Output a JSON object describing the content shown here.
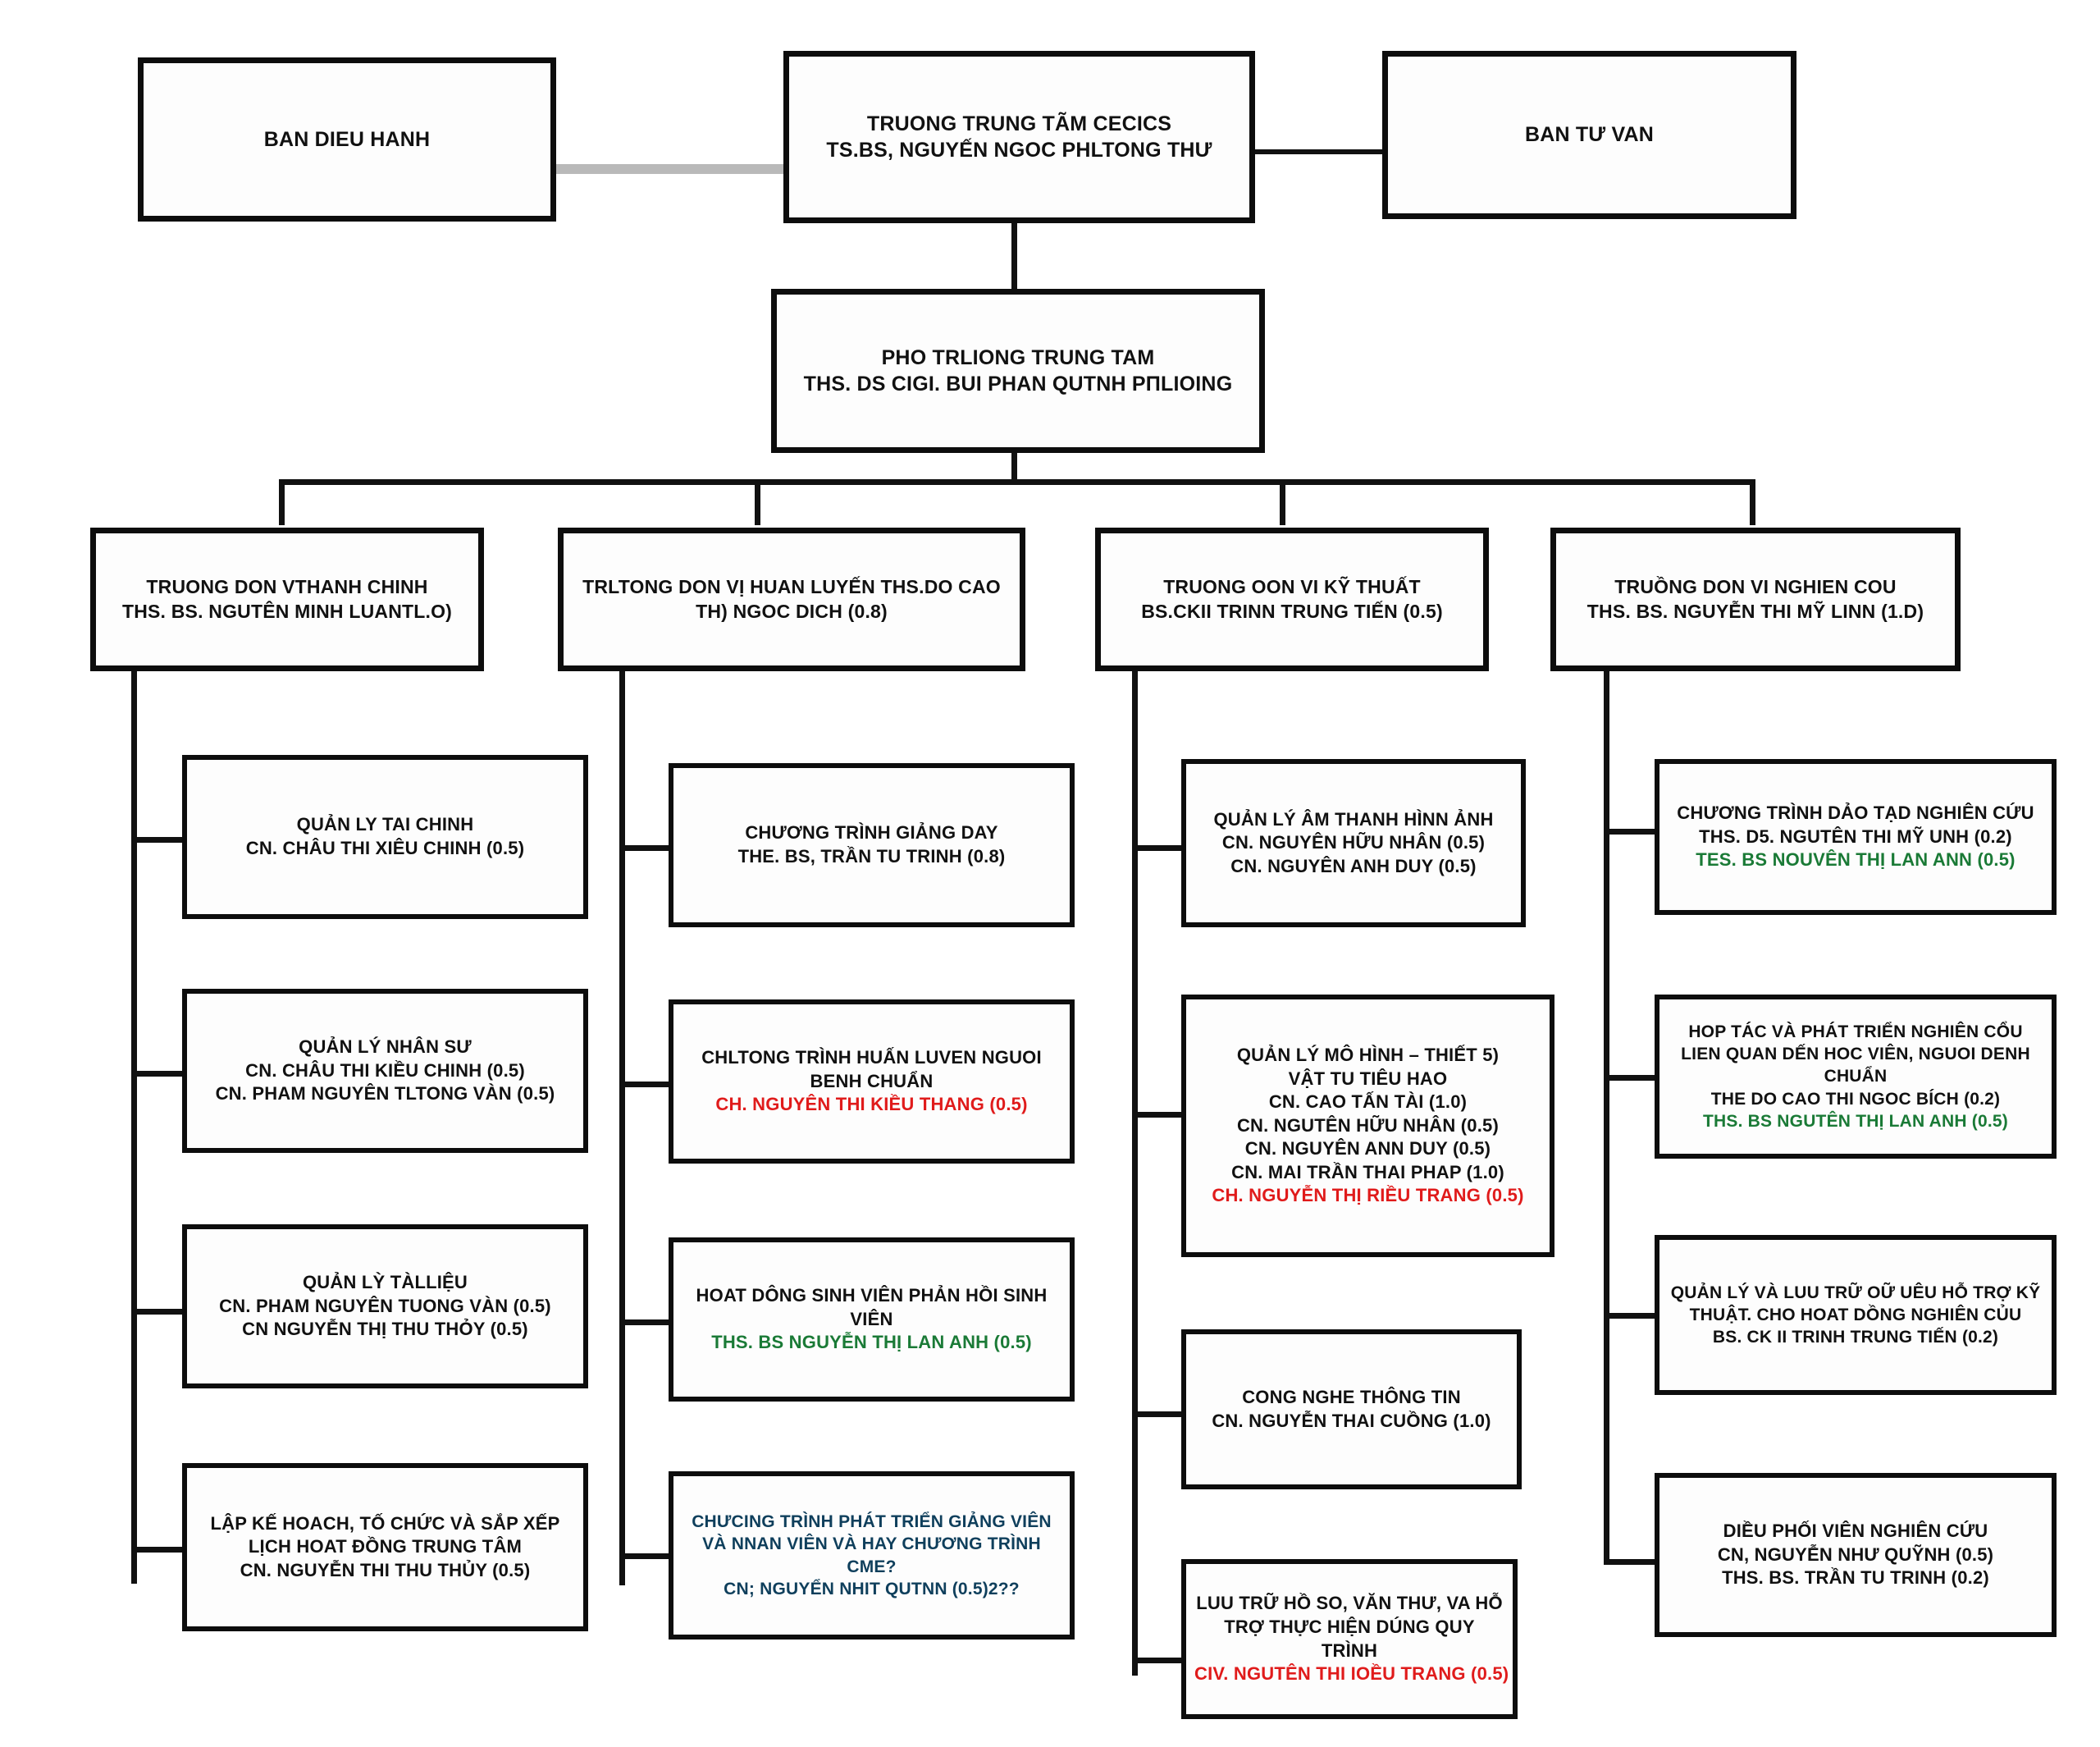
{
  "chart_title": "CECICS Center Organizational Chart",
  "colors": {
    "box_border": "#0d0d0d",
    "box_fill": "#fdfdfd",
    "text_default": "#111111",
    "text_red": "#e01b1b",
    "text_green": "#1a7a36",
    "text_navy": "#0f3f5c",
    "connector_grey": "#b9b9b9"
  },
  "top_row": {
    "left": {
      "lines": [
        {
          "text": "BAN DIEU HANH",
          "color": "default"
        }
      ]
    },
    "center": {
      "lines": [
        {
          "text": "TRUONG TRUNG TÃM CECICS",
          "color": "default"
        },
        {
          "text": "TS.BS, NGUYẾN NGOC PHLTONG THƯ",
          "color": "default"
        }
      ]
    },
    "right": {
      "lines": [
        {
          "text": "BAN TƯ VAN",
          "color": "default"
        }
      ]
    }
  },
  "deputy": {
    "lines": [
      {
        "text": "PHO TRLIONG TRUNG TAM",
        "color": "default"
      },
      {
        "text": "THS. DS CIGI. BUI PHAN QUTNH PΠLIOING",
        "color": "default"
      }
    ]
  },
  "columns": [
    {
      "head": {
        "lines": [
          {
            "text": "TRUONG DON VTHANH CHINH",
            "color": "default"
          },
          {
            "text": "THS. BS. NGUTÊN MINH LUANTL.O)",
            "color": "default"
          }
        ]
      },
      "children": [
        {
          "lines": [
            {
              "text": "QUẢN LY TAI CHINH",
              "color": "default"
            },
            {
              "text": "CN. CHÂU THI XIÊU CHINH (0.5)",
              "color": "default"
            }
          ]
        },
        {
          "lines": [
            {
              "text": "QUẢN LÝ NHÂN SƯ",
              "color": "default"
            },
            {
              "text": "CN. CHÂU THI KIỀU CHINH (0.5)",
              "color": "default"
            },
            {
              "text": "CN. PHAM NGUYÊN TLTONG VÀN (0.5)",
              "color": "default"
            }
          ]
        },
        {
          "lines": [
            {
              "text": "QUẢN LỲ TÀLLIỆU",
              "color": "default"
            },
            {
              "text": "CN. PHAM NGUYÊN TUONG VÀN (0.5)",
              "color": "default"
            },
            {
              "text": "CN NGUYỄN THỊ THU THỎY (0.5)",
              "color": "default"
            }
          ]
        },
        {
          "lines": [
            {
              "text": "LẬP KẾ HOACH, TỐ CHỨC VÀ SẮP XẾP LỊCH HOAT ĐỒNG TRUNG TÂM",
              "color": "default",
              "wrap": true
            },
            {
              "text": "CN. NGUYỄN THI THU THỦY (0.5)",
              "color": "default"
            }
          ]
        }
      ]
    },
    {
      "head": {
        "lines": [
          {
            "text": "TRLTONG DON VỊ HUAN LUYẾN THS.DO CAO TH) NGOC DICH (0.8)",
            "color": "default",
            "wrap": true
          }
        ]
      },
      "children": [
        {
          "lines": [
            {
              "text": "CHƯƠNG TRÌNH GIẢNG DAY",
              "color": "default"
            },
            {
              "text": "THE. BS, TRẦN TU TRINH (0.8)",
              "color": "default"
            }
          ]
        },
        {
          "lines": [
            {
              "text": "CHLTONG TRÌNH HUẤN LUVEN NGUOI BENH CHUẨN",
              "color": "default",
              "wrap": true
            },
            {
              "text": "CH. NGUYÊN THI KIỀU THANG (0.5)",
              "color": "red"
            }
          ]
        },
        {
          "lines": [
            {
              "text": "HOAT DÔNG SINH VIÊN PHẢN HỒI SINH VIÊN",
              "color": "default",
              "wrap": true
            },
            {
              "text": "THS. BS NGUYỄN THỊ LAN ANH (0.5)",
              "color": "green"
            }
          ]
        },
        {
          "lines": [
            {
              "text": "CHƯCING TRÌNH PHÁT TRIỂN GIẢNG VIÊN VÀ NNAN VIÊN VÀ HAY CHƯƠNG TRÌNH CME?",
              "color": "navy",
              "wrap": true
            },
            {
              "text": "CN; NGUYỂN NHIT QUTNN (0.5)2??",
              "color": "navy"
            }
          ]
        }
      ]
    },
    {
      "head": {
        "lines": [
          {
            "text": "TRUONG OON VI KỸ THUẤT",
            "color": "default"
          },
          {
            "text": "BS.CKII TRINN TRUNG TIẾN (0.5)",
            "color": "default"
          }
        ]
      },
      "children": [
        {
          "lines": [
            {
              "text": "QUẢN LÝ ÂM THANH HÌNN ẢNH",
              "color": "default"
            },
            {
              "text": "CN. NGUYÊN HỮU NHÂN (0.5)",
              "color": "default"
            },
            {
              "text": "CN. NGUYÊN ANH DUY (0.5)",
              "color": "default"
            }
          ]
        },
        {
          "lines": [
            {
              "text": "QUẢN LÝ MÔ HÌNH – THIẾT 5)",
              "color": "default"
            },
            {
              "text": "VẬT TU TIÊU HAO",
              "color": "default"
            },
            {
              "text": "CN. CAO TẤN TÀI (1.0)",
              "color": "default"
            },
            {
              "text": "CN. NGUTÊN HỮU NHÂN (0.5)",
              "color": "default"
            },
            {
              "text": "CN. NGUYÊN ANN DUY (0.5)",
              "color": "default"
            },
            {
              "text": "CN. MAI TRẦN THAI PHAP (1.0)",
              "color": "default"
            },
            {
              "text": "CH. NGUYỄN THỊ RIỀU TRANG (0.5)",
              "color": "red"
            }
          ]
        },
        {
          "lines": [
            {
              "text": "CONG NGHE THÔNG TIN",
              "color": "default"
            },
            {
              "text": "CN. NGUYỄN THAI CUỒNG (1.0)",
              "color": "default"
            }
          ]
        },
        {
          "lines": [
            {
              "text": "LUU TRỮ HỒ SO, VĂN THƯ, VA HỖ TRỢ THỰC HIỆN DÚNG QUY TRÌNH",
              "color": "default",
              "wrap": true
            },
            {
              "text": "CIV. NGUTÊN THI IOỀU TRANG (0.5)",
              "color": "red"
            }
          ]
        }
      ]
    },
    {
      "head": {
        "lines": [
          {
            "text": "TRUỒNG DON VI NGHIEN COU",
            "color": "default"
          },
          {
            "text": "THS. BS. NGUYỄN THI MỸ LINN (1.D)",
            "color": "default"
          }
        ]
      },
      "children": [
        {
          "lines": [
            {
              "text": "CHƯƠNG TRÌNH DẢO TẠD NGHIÊN CỨU",
              "color": "default"
            },
            {
              "text": "THS. D5. NGUTÊN THI MỸ UNH (0.2)",
              "color": "default"
            },
            {
              "text": "TES. BS NOUVÊN THỊ LAN ANN (0.5)",
              "color": "green"
            }
          ]
        },
        {
          "lines": [
            {
              "text": "HOP TÁC VÀ PHÁT TRIỂN NGHIÊN CỔU LIEN QUAN DẾN HOC VIÊN, NGUOI DENH CHUẨN",
              "color": "default",
              "wrap": true
            },
            {
              "text": "THE DO CAO THI NGOC BÍCH (0.2)",
              "color": "default"
            },
            {
              "text": "THS. BS NGUTÊN THỊ LAN ANH (0.5)",
              "color": "green"
            }
          ]
        },
        {
          "lines": [
            {
              "text": "QUẢN LÝ VÀ LUU TRỮ OỮ UÊU HỖ TRỢ KỸ THUẬT. CHO HOAT DỒNG NGHIÊN CỦU",
              "color": "default",
              "wrap": true
            },
            {
              "text": "BS. CK II TRINH TRUNG TIẾN (0.2)",
              "color": "default"
            }
          ]
        },
        {
          "lines": [
            {
              "text": "DIỀU PHỐI VIÊN NGHIÊN CỨU",
              "color": "default"
            },
            {
              "text": "CN, NGUYỄN NHƯ QUỸNH (0.5)",
              "color": "default"
            },
            {
              "text": "THS. BS. TRẦN TU TRINH (0.2)",
              "color": "default"
            }
          ]
        }
      ]
    }
  ]
}
